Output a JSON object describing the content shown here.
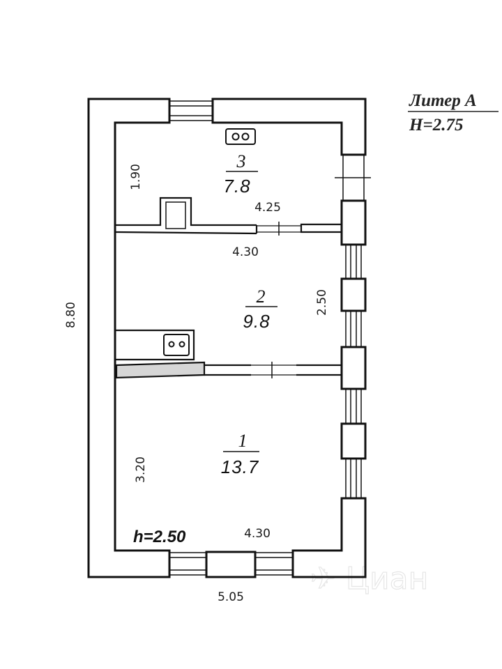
{
  "liter": {
    "name": "Литер А",
    "height": "Н=2.75"
  },
  "watermark": "Циан",
  "ceiling_height": "h=2.50",
  "dimensions": {
    "overall_length": "8.80",
    "overall_width": "5.05",
    "room3_depth": "1.90",
    "room3_width": "4.25",
    "room2_width": "4.30",
    "room2_depth": "2.50",
    "room1_depth": "3.20",
    "room1_width": "4.30"
  },
  "rooms": [
    {
      "number": "3",
      "area": "7.8"
    },
    {
      "number": "2",
      "area": "9.8"
    },
    {
      "number": "1",
      "area": "13.7"
    }
  ],
  "colors": {
    "line": "#111111",
    "background": "#ffffff"
  }
}
